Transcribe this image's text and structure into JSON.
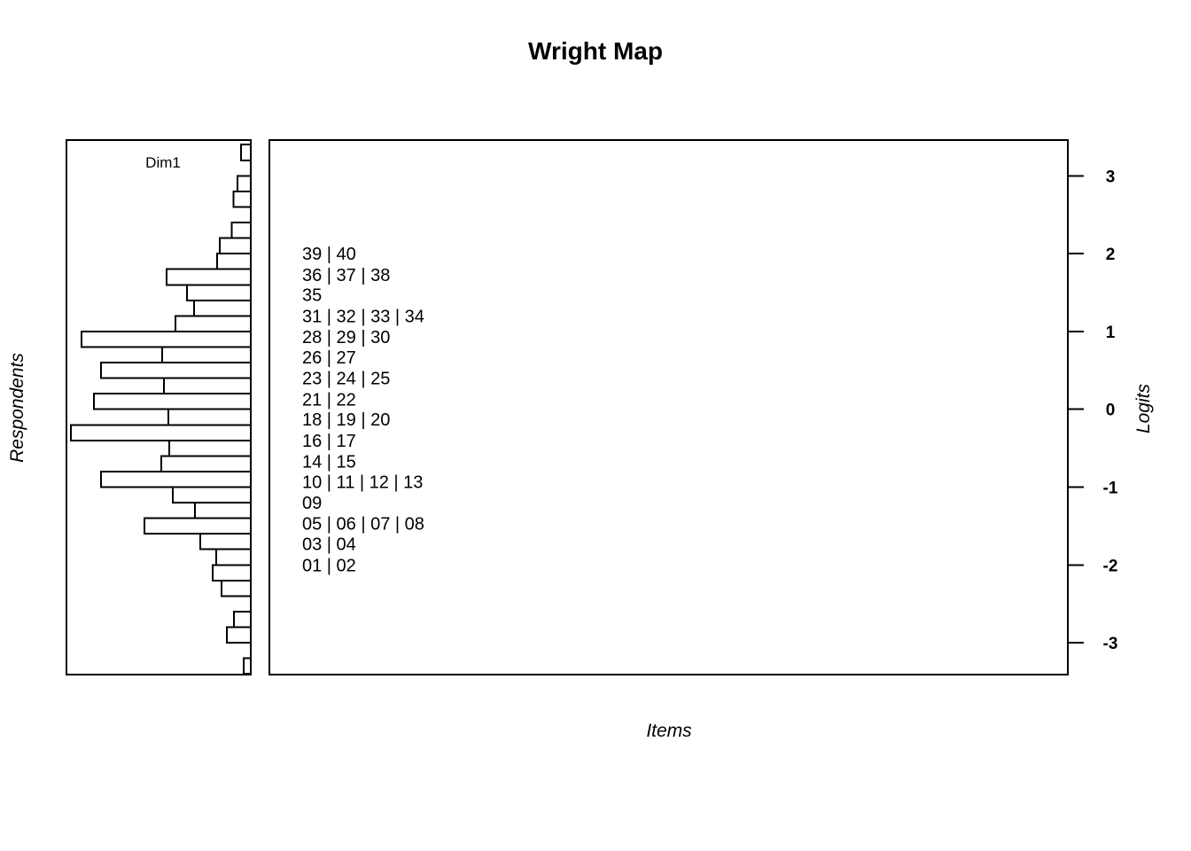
{
  "title": "Wright Map",
  "colors": {
    "foreground": "#000000",
    "background": "#ffffff"
  },
  "chart_data": {
    "type": "wright-map",
    "title": "Wright Map",
    "legend": "none",
    "grid": false,
    "logit_axis": {
      "label": "Logits",
      "side": "right",
      "range": [
        -3.45,
        3.45
      ],
      "ticks": [
        {
          "value": 3,
          "label": "3"
        },
        {
          "value": 2,
          "label": "2"
        },
        {
          "value": 1,
          "label": "1"
        },
        {
          "value": 0,
          "label": "0"
        },
        {
          "value": -1,
          "label": "-1"
        },
        {
          "value": -2,
          "label": "-2"
        },
        {
          "value": -3,
          "label": "-3"
        }
      ]
    },
    "person_histogram": {
      "panel_title": "Dim1",
      "axis_label": "Respondents",
      "type": "bar",
      "orientation": "horizontal",
      "bar_fill": "#ffffff",
      "bar_stroke": "#000000",
      "bin_width_logits": 0.2,
      "length_unit": "px (relative frequency, no numeric axis shown)",
      "bins": [
        {
          "logit": 3.3,
          "length": 11
        },
        {
          "logit": 3.1,
          "length": 0
        },
        {
          "logit": 2.9,
          "length": 15
        },
        {
          "logit": 2.7,
          "length": 19.5
        },
        {
          "logit": 2.5,
          "length": 0
        },
        {
          "logit": 2.3,
          "length": 21.5
        },
        {
          "logit": 2.1,
          "length": 35
        },
        {
          "logit": 1.9,
          "length": 38
        },
        {
          "logit": 1.7,
          "length": 95
        },
        {
          "logit": 1.5,
          "length": 72
        },
        {
          "logit": 1.3,
          "length": 64
        },
        {
          "logit": 1.1,
          "length": 85
        },
        {
          "logit": 0.9,
          "length": 191
        },
        {
          "logit": 0.7,
          "length": 100
        },
        {
          "logit": 0.5,
          "length": 169
        },
        {
          "logit": 0.3,
          "length": 98
        },
        {
          "logit": 0.1,
          "length": 177
        },
        {
          "logit": -0.1,
          "length": 93
        },
        {
          "logit": -0.3,
          "length": 203
        },
        {
          "logit": -0.5,
          "length": 92
        },
        {
          "logit": -0.7,
          "length": 101
        },
        {
          "logit": -0.9,
          "length": 169
        },
        {
          "logit": -1.1,
          "length": 88
        },
        {
          "logit": -1.3,
          "length": 63
        },
        {
          "logit": -1.5,
          "length": 120
        },
        {
          "logit": -1.7,
          "length": 57
        },
        {
          "logit": -1.9,
          "length": 39
        },
        {
          "logit": -2.1,
          "length": 43
        },
        {
          "logit": -2.3,
          "length": 33
        },
        {
          "logit": -2.5,
          "length": 0
        },
        {
          "logit": -2.7,
          "length": 19
        },
        {
          "logit": -2.9,
          "length": 27
        },
        {
          "logit": -3.1,
          "length": 0
        },
        {
          "logit": -3.3,
          "length": 8
        }
      ]
    },
    "item_map": {
      "axis_label": "Items",
      "rows": [
        {
          "logit": 2.0,
          "label": "39 | 40"
        },
        {
          "logit": 1.73,
          "label": "36 | 37 | 38"
        },
        {
          "logit": 1.47,
          "label": "35"
        },
        {
          "logit": 1.2,
          "label": "31 | 32 | 33 | 34"
        },
        {
          "logit": 0.93,
          "label": "28 | 29 | 30"
        },
        {
          "logit": 0.67,
          "label": "26 | 27"
        },
        {
          "logit": 0.4,
          "label": "23 | 24 | 25"
        },
        {
          "logit": 0.13,
          "label": "21 | 22"
        },
        {
          "logit": -0.13,
          "label": "18 | 19 | 20"
        },
        {
          "logit": -0.4,
          "label": "16 | 17"
        },
        {
          "logit": -0.67,
          "label": "14 | 15"
        },
        {
          "logit": -0.93,
          "label": "10 | 11 | 12 | 13"
        },
        {
          "logit": -1.2,
          "label": "09"
        },
        {
          "logit": -1.47,
          "label": "05 | 06 | 07 | 08"
        },
        {
          "logit": -1.73,
          "label": "03 | 04"
        },
        {
          "logit": -2.0,
          "label": "01 | 02"
        }
      ]
    }
  }
}
